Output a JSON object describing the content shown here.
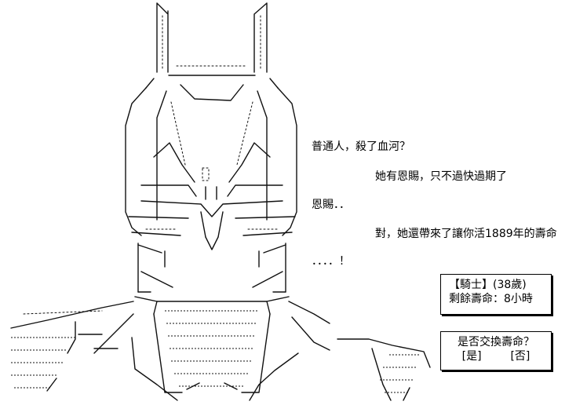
{
  "dialogue": {
    "line1": "普通人，殺了血河？",
    "line2": "她有恩賜，只不過快過期了",
    "line3": "恩賜．．",
    "line4": "對，她還帶來了讓你活1889年的壽命",
    "line5": "．．．．！"
  },
  "status_box": {
    "title": "【騎士】(38歲)",
    "lifespan": "剩餘壽命：8小時"
  },
  "prompt_box": {
    "question": "是否交換壽命？",
    "yes": "[是]",
    "no": "[否]"
  },
  "art": {
    "ink_color": "#111111",
    "subject": "masked-knight-ascii-art"
  }
}
